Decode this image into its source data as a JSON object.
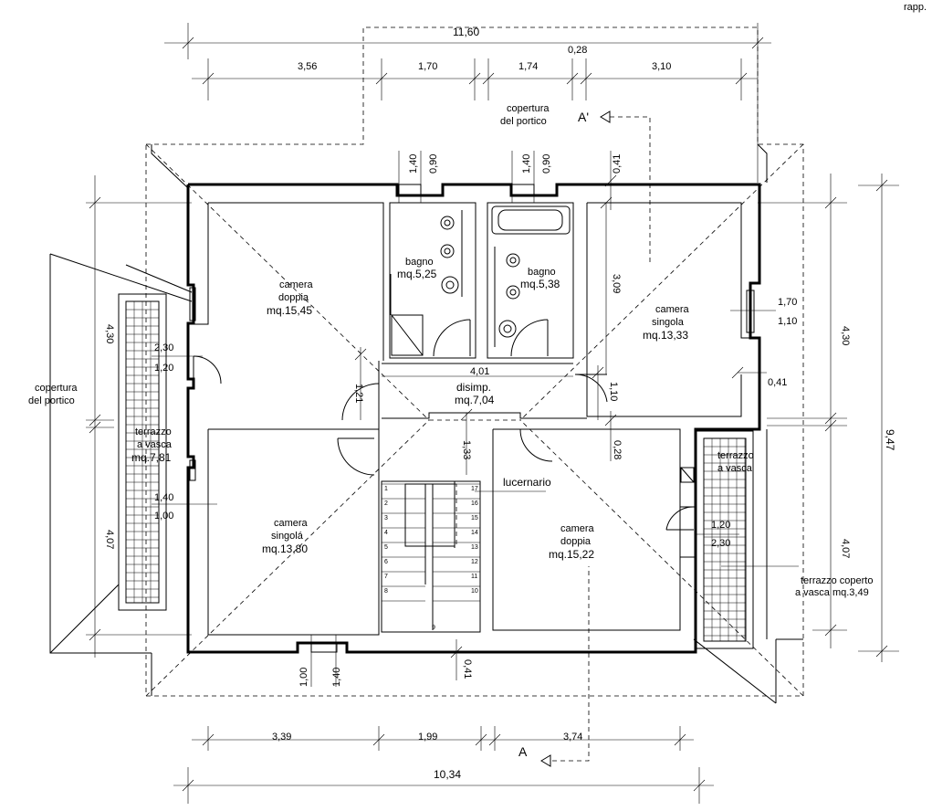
{
  "corner_label": "rapp.",
  "dims_top": {
    "total": "11,60",
    "small": "0,28",
    "segments": [
      "3,56",
      "1,70",
      "1,74",
      "3,10"
    ]
  },
  "dims_bottom": {
    "total": "10,34",
    "segments": [
      "3,39",
      "1,99",
      "3,74"
    ]
  },
  "dims_left": [
    "4,30",
    "4,07"
  ],
  "dims_right": [
    "4,30",
    "4,07"
  ],
  "dim_right_total": "9,47",
  "section_marks": [
    "A'",
    "A"
  ],
  "porch_top": [
    "copertura",
    "del portico"
  ],
  "porch_left": [
    "copertura",
    "del portico"
  ],
  "window_dims": {
    "bath1_a": "1,40",
    "bath1_b": "0,90",
    "bath2_a": "1,40",
    "bath2_b": "0,90",
    "right_top": "0,41",
    "bottom_a": "1,00",
    "bottom_b": "1,40",
    "bottom_mid": "0,41",
    "wall_r1": "0,41",
    "wall_r2": "0,28",
    "east_a": "1,70",
    "east_b": "1,10",
    "west1_a": "2,30",
    "west1_b": "1,20",
    "west2_a": "1,40",
    "west2_b": "1,00",
    "sw_a": "1,20",
    "sw_b": "2,30",
    "hall_w": "4,01",
    "hall_h1": "1,21",
    "hall_h2": "1,10",
    "hall_h3": "1,33",
    "right_room_h": "3,09"
  },
  "rooms": {
    "camera_nw": [
      "camera",
      "doppia",
      "mq.15,45"
    ],
    "bagno1": [
      "bagno",
      "mq.5,25"
    ],
    "bagno2": [
      "bagno",
      "mq.5,38"
    ],
    "camera_ne": [
      "camera",
      "singola",
      "mq.13,33"
    ],
    "disimp": [
      "disimp.",
      "mq.7,04"
    ],
    "camera_sw": [
      "camera",
      "singolá",
      "mq.13,80"
    ],
    "camera_se": [
      "camera",
      "doppia",
      "mq.15,22"
    ],
    "terrazzo_w": [
      "terrazzo",
      "a vasca",
      "mq.7,81"
    ],
    "terrazzo_e": [
      "terrazzo",
      "a vasca"
    ],
    "terrazzo_coperto": [
      "terrazzo coperto",
      "a vasca mq.3,49"
    ],
    "lucernario": "lucernario"
  },
  "stairs": {
    "left": [
      "1",
      "2",
      "3",
      "4",
      "5",
      "6",
      "7",
      "8"
    ],
    "right": [
      "17",
      "16",
      "15",
      "14",
      "13",
      "12",
      "11",
      "10"
    ],
    "bottom": "9"
  }
}
